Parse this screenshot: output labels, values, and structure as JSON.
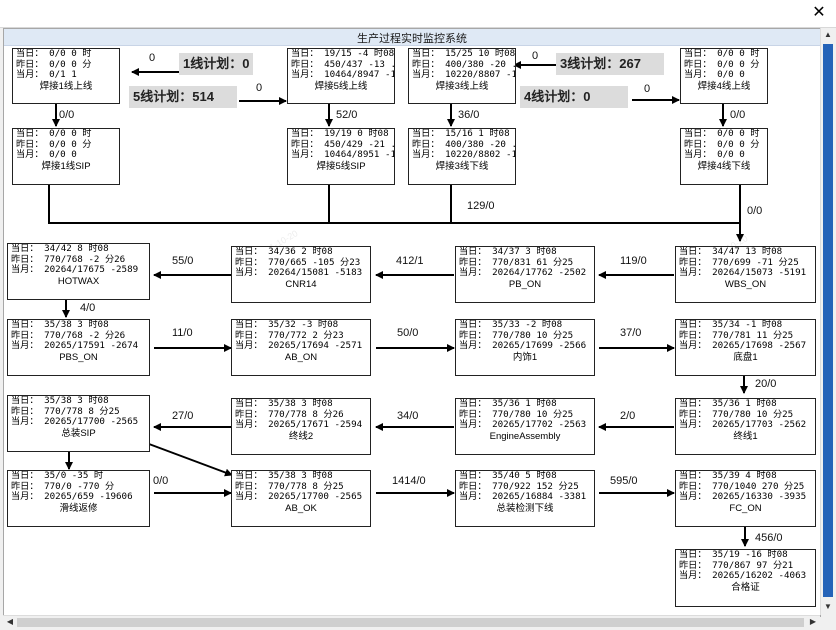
{
  "window": {
    "close_glyph": "✕",
    "title": "生产过程实时监控系统"
  },
  "icons": {
    "close": "close-icon",
    "scroll_up": "arrow-up-icon",
    "scroll_down": "arrow-down-icon",
    "scroll_left": "arrow-left-icon",
    "scroll_right": "arrow-right-icon"
  },
  "colors": {
    "accent_scroll": "#2563b8",
    "title_bg": "#dfe9f5"
  },
  "plans": [
    {
      "text": "1线计划：0"
    },
    {
      "text": "5线计划：514"
    },
    {
      "text": "3线计划：267"
    },
    {
      "text": "4线计划：0"
    }
  ],
  "nodes": [
    {
      "id": "weld1_on",
      "l1": "当日： 0/0 0 时",
      "l2": "昨日： 0/0 0 分",
      "l3": "当月： 0/1 1",
      "cap": "焊接1线上线"
    },
    {
      "id": "weld5_on",
      "l1": "当日： 19/15 -4 时08",
      "l2": "昨日： 450/437 -13 ...",
      "l3": "当月： 10464/8947 -1...",
      "cap": "焊接5线上线"
    },
    {
      "id": "weld3_on",
      "l1": "当日： 15/25 10 时08",
      "l2": "昨日： 400/380 -20 ...",
      "l3": "当月： 10220/8807 -1...",
      "cap": "焊接3线上线"
    },
    {
      "id": "weld4_on",
      "l1": "当日： 0/0 0 时",
      "l2": "昨日： 0/0 0 分",
      "l3": "当月： 0/0 0",
      "cap": "焊接4线上线"
    },
    {
      "id": "weld1_sip",
      "l1": "当日： 0/0 0 时",
      "l2": "昨日： 0/0 0 分",
      "l3": "当月： 0/0 0",
      "cap": "焊接1线SIP"
    },
    {
      "id": "weld5_sip",
      "l1": "当日： 19/19 0 时08",
      "l2": "昨日： 450/429 -21 ...",
      "l3": "当月： 10464/8951 -1...",
      "cap": "焊接5线SIP"
    },
    {
      "id": "weld3_off",
      "l1": "当日： 15/16 1 时08",
      "l2": "昨日： 400/380 -20 ...",
      "l3": "当月： 10220/8802 -1...",
      "cap": "焊接3线下线"
    },
    {
      "id": "weld4_off",
      "l1": "当日： 0/0 0 时",
      "l2": "昨日： 0/0 0 分",
      "l3": "当月： 0/0 0",
      "cap": "焊接4线下线"
    },
    {
      "id": "hotwax",
      "l1": "当日： 34/42 8 时08",
      "l2": "昨日： 770/768 -2 分26",
      "l3": "当月： 20264/17675 -2589",
      "cap": "HOTWAX"
    },
    {
      "id": "cnr14",
      "l1": "当日： 34/36 2 时08",
      "l2": "昨日： 770/665 -105 分23",
      "l3": "当月： 20264/15081 -5183",
      "cap": "CNR14"
    },
    {
      "id": "pb_on",
      "l1": "当日： 34/37 3 时08",
      "l2": "昨日： 770/831 61 分25",
      "l3": "当月： 20264/17762 -2502",
      "cap": "PB_ON"
    },
    {
      "id": "wbs_on",
      "l1": "当日： 34/47 13 时08",
      "l2": "昨日： 770/699 -71 分25",
      "l3": "当月： 20264/15073 -5191",
      "cap": "WBS_ON"
    },
    {
      "id": "pbs_on",
      "l1": "当日： 35/38 3 时08",
      "l2": "昨日： 770/768 -2 分26",
      "l3": "当月： 20265/17591 -2674",
      "cap": "PBS_ON"
    },
    {
      "id": "ab_on",
      "l1": "当日： 35/32 -3 时08",
      "l2": "昨日： 770/772 2 分23",
      "l3": "当月： 20265/17694 -2571",
      "cap": "AB_ON"
    },
    {
      "id": "trim1",
      "l1": "当日： 35/33 -2 时08",
      "l2": "昨日： 770/780 10 分25",
      "l3": "当月： 20265/17699 -2566",
      "cap": "内饰1"
    },
    {
      "id": "chassis1",
      "l1": "当日： 35/34 -1 时08",
      "l2": "昨日： 770/781 11 分25",
      "l3": "当月： 20265/17698 -2567",
      "cap": "底盘1"
    },
    {
      "id": "final_sip",
      "l1": "当日： 35/38 3 时08",
      "l2": "昨日： 770/778 8 分25",
      "l3": "当月： 20265/17700 -2565",
      "cap": "总装SIP"
    },
    {
      "id": "final2",
      "l1": "当日： 35/38 3 时08",
      "l2": "昨日： 770/778 8 分26",
      "l3": "当月： 20265/17671 -2594",
      "cap": "终线2"
    },
    {
      "id": "engine",
      "l1": "当日： 35/36 1 时08",
      "l2": "昨日： 770/780 10 分25",
      "l3": "当月： 20265/17702 -2563",
      "cap": "EngineAssembly"
    },
    {
      "id": "final1",
      "l1": "当日： 35/36 1 时08",
      "l2": "昨日： 770/780 10 分25",
      "l3": "当月： 20265/17703 -2562",
      "cap": "终线1"
    },
    {
      "id": "rework",
      "l1": "当日： 35/0 -35 时",
      "l2": "昨日： 770/0 -770 分",
      "l3": "当月： 20265/659 -19606",
      "cap": "滑线返修"
    },
    {
      "id": "ab_ok",
      "l1": "当日： 35/38 3 时08",
      "l2": "昨日： 770/778 8 分25",
      "l3": "当月： 20265/17700 -2565",
      "cap": "AB_OK"
    },
    {
      "id": "final_test",
      "l1": "当日： 35/40 5 时08",
      "l2": "昨日： 770/922 152 分25",
      "l3": "当月： 20265/16884 -3381",
      "cap": "总装检测下线"
    },
    {
      "id": "fc_on",
      "l1": "当日： 35/39 4 时08",
      "l2": "昨日： 770/1040 270 分25",
      "l3": "当月： 20265/16330 -3935",
      "cap": "FC_ON"
    },
    {
      "id": "cert",
      "l1": "当日： 35/19 -16 时08",
      "l2": "昨日： 770/867 97 分21",
      "l3": "当月： 20265/16202 -4063",
      "cap": "合格证"
    }
  ],
  "flow_labels": [
    {
      "text": "0"
    },
    {
      "text": "0"
    },
    {
      "text": "0"
    },
    {
      "text": "0"
    },
    {
      "text": "0/0"
    },
    {
      "text": "52/0"
    },
    {
      "text": "36/0"
    },
    {
      "text": "0/0"
    },
    {
      "text": "129/0"
    },
    {
      "text": "0/0"
    },
    {
      "text": "55/0"
    },
    {
      "text": "412/1"
    },
    {
      "text": "119/0"
    },
    {
      "text": "4/0"
    },
    {
      "text": "11/0"
    },
    {
      "text": "50/0"
    },
    {
      "text": "37/0"
    },
    {
      "text": "20/0"
    },
    {
      "text": "27/0"
    },
    {
      "text": "34/0"
    },
    {
      "text": "2/0"
    },
    {
      "text": "0/0"
    },
    {
      "text": "1414/0"
    },
    {
      "text": "595/0"
    },
    {
      "text": "456/0"
    }
  ]
}
